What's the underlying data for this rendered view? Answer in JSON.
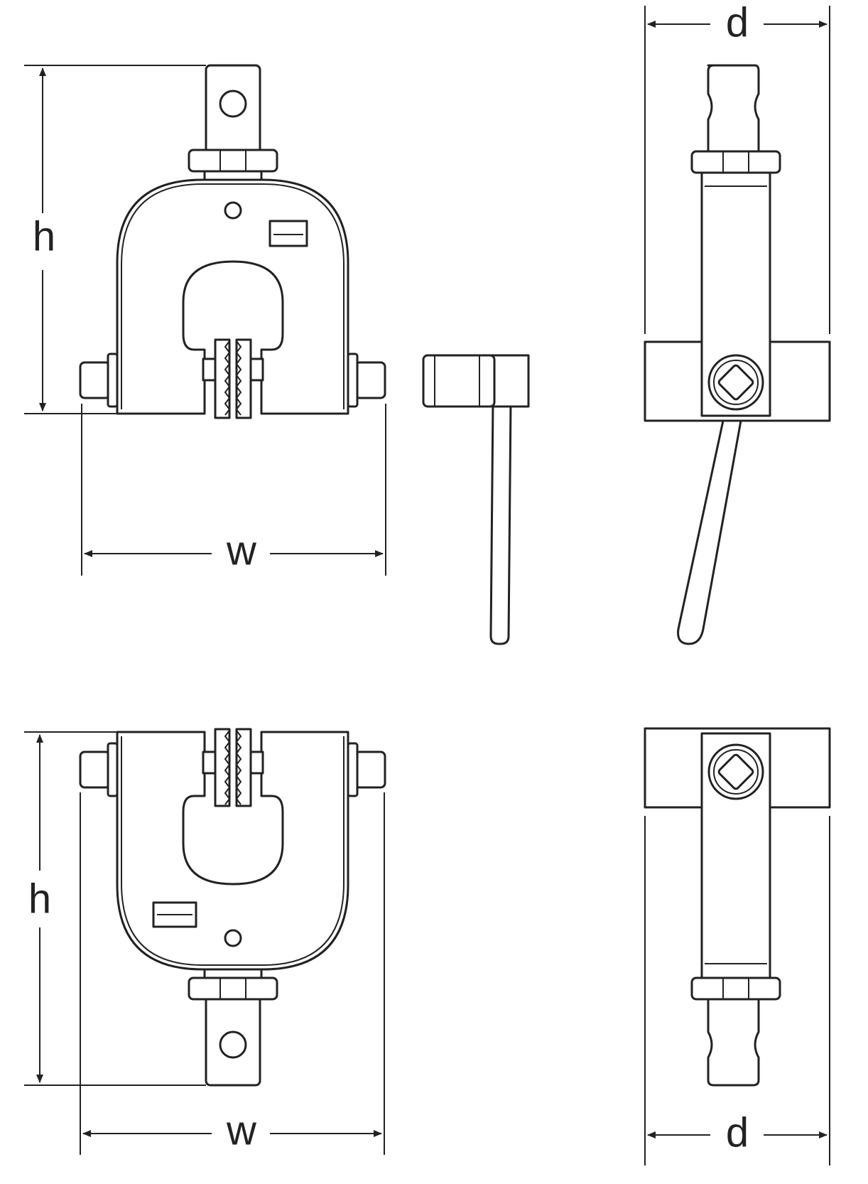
{
  "labels": {
    "height": "h",
    "width": "w",
    "depth": "d"
  },
  "colors": {
    "line": "#222222",
    "background": "#ffffff"
  }
}
